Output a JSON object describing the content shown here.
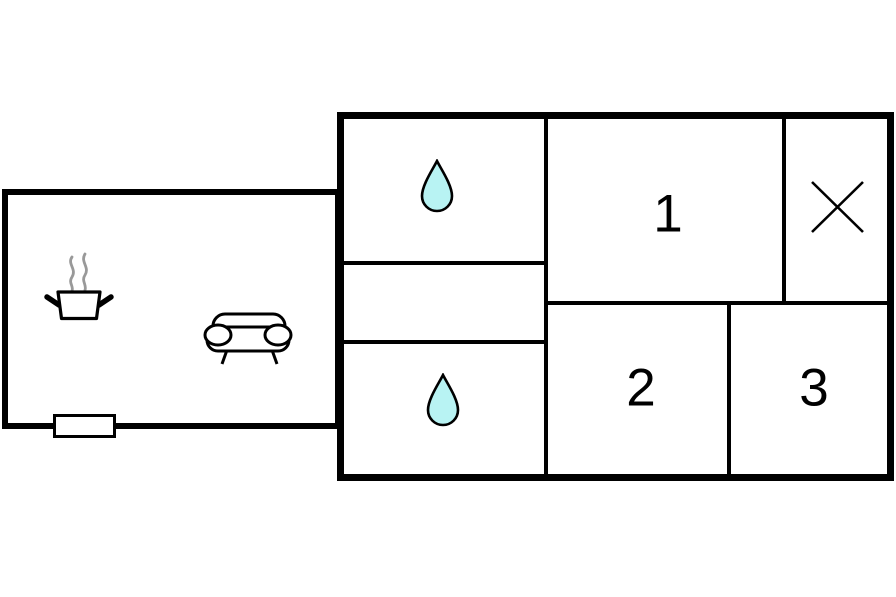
{
  "floorplan": {
    "name": "apartment-floor-plan",
    "colors": {
      "wall": "#000000",
      "background": "#ffffff",
      "water_drop_fill": "#b8f3f3",
      "steam": "#999999"
    },
    "rooms": {
      "living_area": {
        "name": "living-area",
        "label": "",
        "icons": [
          "stove-pot-icon",
          "sofa-icon",
          "window-marker"
        ]
      },
      "bathroom_top": {
        "name": "bathroom-top",
        "label": "",
        "icons": [
          "water-drop-icon"
        ]
      },
      "hallway": {
        "name": "hallway",
        "label": "",
        "icons": []
      },
      "bathroom_bottom": {
        "name": "bathroom-bottom",
        "label": "",
        "icons": [
          "water-drop-icon"
        ]
      },
      "room1": {
        "name": "room-1",
        "label": "1",
        "icons": []
      },
      "cross_room": {
        "name": "cross-room",
        "label": "",
        "icons": [
          "cross-icon"
        ]
      },
      "room2": {
        "name": "room-2",
        "label": "2",
        "icons": []
      },
      "room3": {
        "name": "room-3",
        "label": "3",
        "icons": []
      }
    }
  }
}
